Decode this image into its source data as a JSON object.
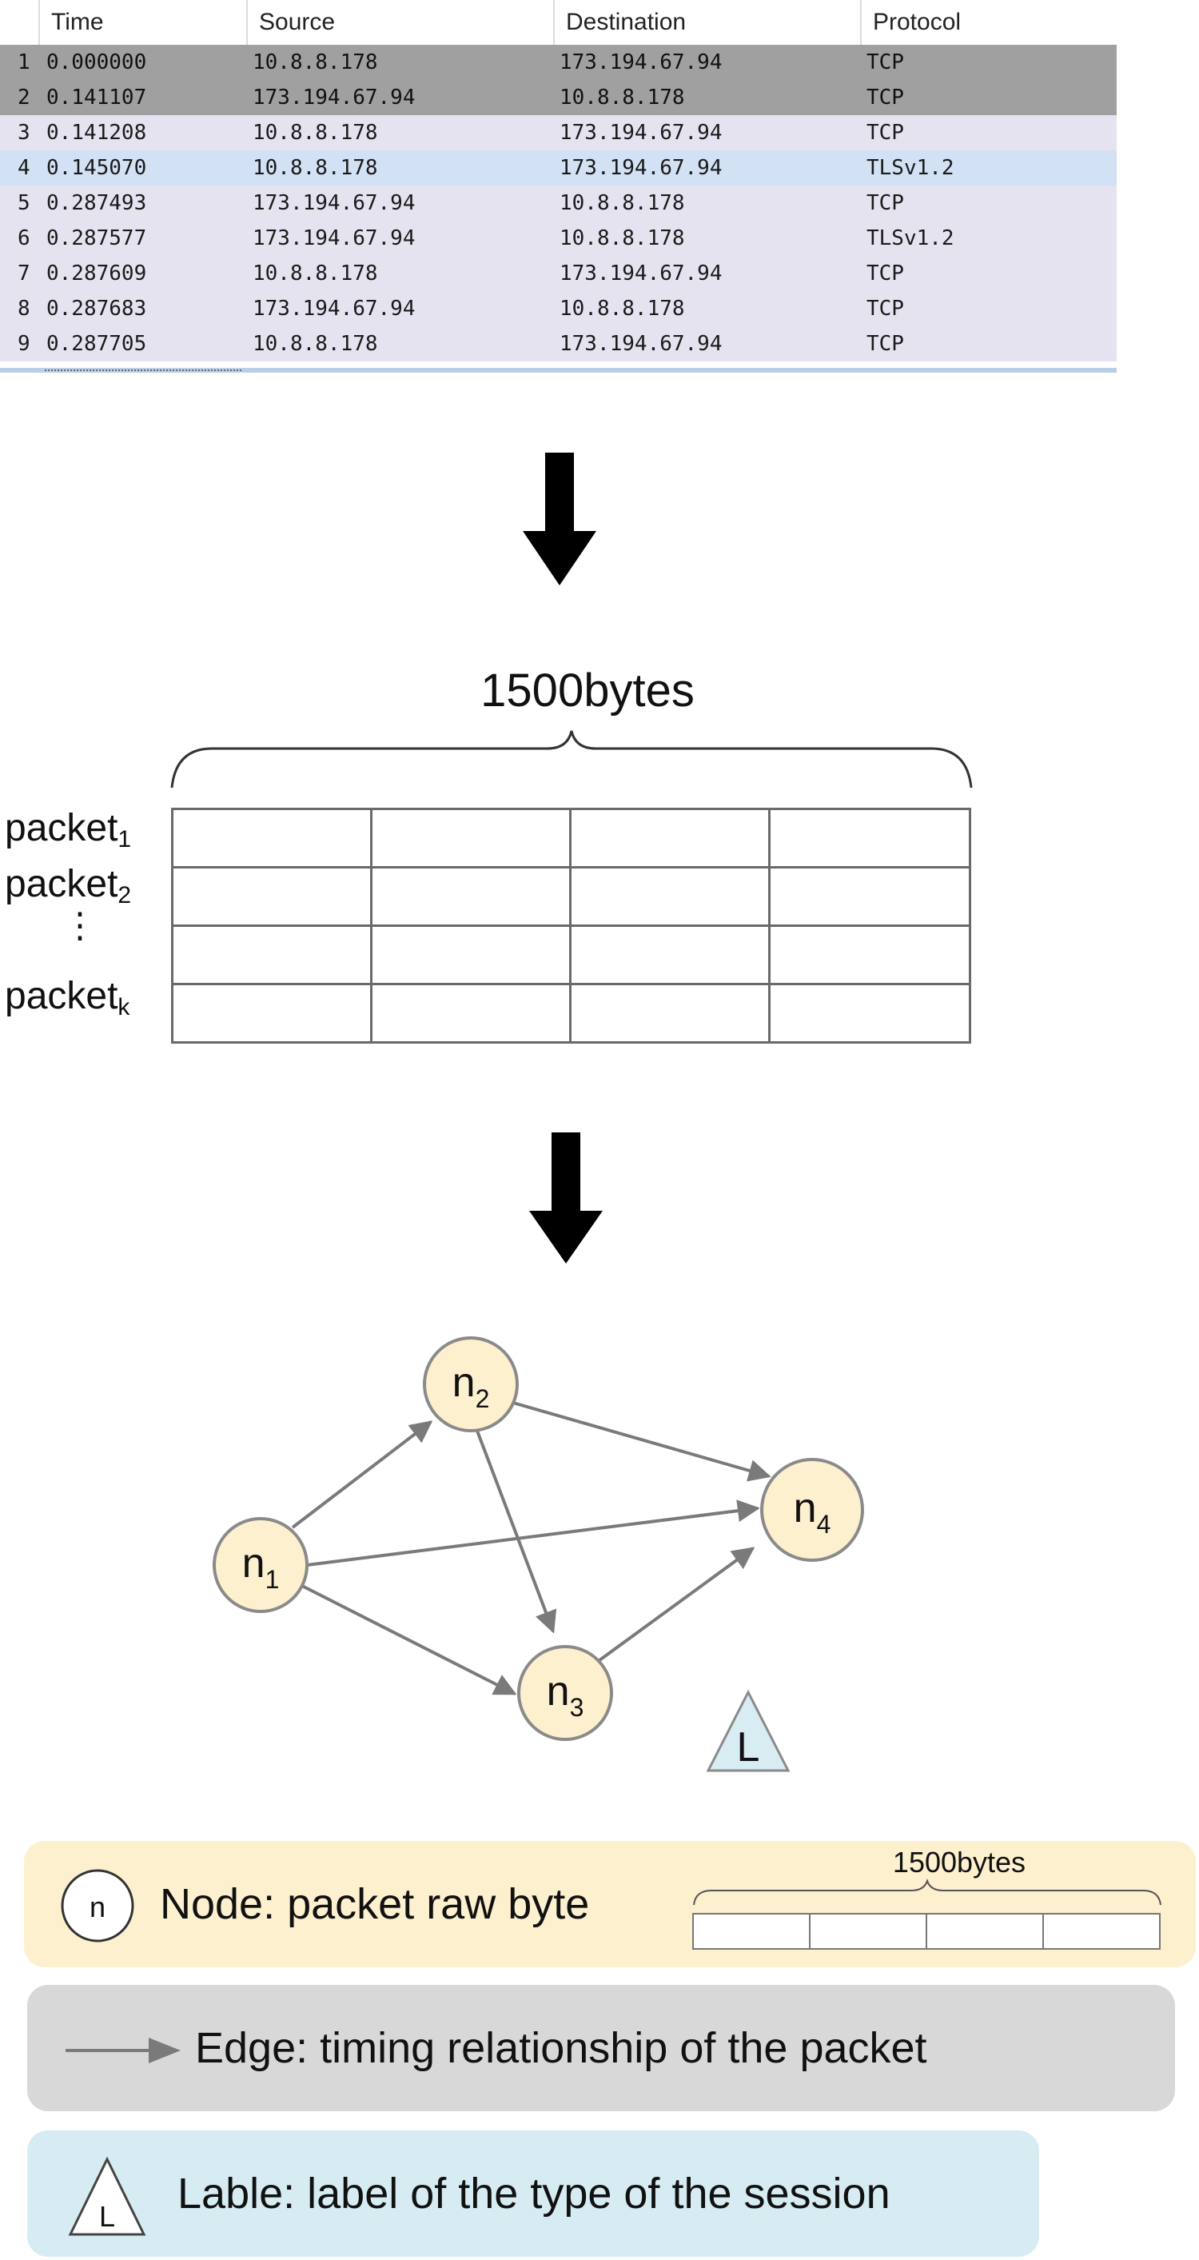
{
  "capture": {
    "headers": [
      "Time",
      "Source",
      "Destination",
      "Protocol"
    ],
    "rows": [
      {
        "no": "1",
        "time": "0.000000",
        "source": "10.8.8.178",
        "destination": "173.194.67.94",
        "protocol": "TCP"
      },
      {
        "no": "2",
        "time": "0.141107",
        "source": "173.194.67.94",
        "destination": "10.8.8.178",
        "protocol": "TCP"
      },
      {
        "no": "3",
        "time": "0.141208",
        "source": "10.8.8.178",
        "destination": "173.194.67.94",
        "protocol": "TCP"
      },
      {
        "no": "4",
        "time": "0.145070",
        "source": "10.8.8.178",
        "destination": "173.194.67.94",
        "protocol": "TLSv1.2"
      },
      {
        "no": "5",
        "time": "0.287493",
        "source": "173.194.67.94",
        "destination": "10.8.8.178",
        "protocol": "TCP"
      },
      {
        "no": "6",
        "time": "0.287577",
        "source": "173.194.67.94",
        "destination": "10.8.8.178",
        "protocol": "TLSv1.2"
      },
      {
        "no": "7",
        "time": "0.287609",
        "source": "10.8.8.178",
        "destination": "173.194.67.94",
        "protocol": "TCP"
      },
      {
        "no": "8",
        "time": "0.287683",
        "source": "173.194.67.94",
        "destination": "10.8.8.178",
        "protocol": "TCP"
      },
      {
        "no": "9",
        "time": "0.287705",
        "source": "10.8.8.178",
        "destination": "173.194.67.94",
        "protocol": "TCP"
      }
    ]
  },
  "matrix": {
    "title": "1500bytes",
    "rows": [
      {
        "label": "packet",
        "sub": "1"
      },
      {
        "label": "packet",
        "sub": "2"
      },
      {
        "label": "packet",
        "sub": "k"
      }
    ],
    "ellipsis": "⋮"
  },
  "graph": {
    "nodes": [
      {
        "label": "n",
        "sub": "1"
      },
      {
        "label": "n",
        "sub": "2"
      },
      {
        "label": "n",
        "sub": "3"
      },
      {
        "label": "n",
        "sub": "4"
      }
    ],
    "label_symbol": "L"
  },
  "legend": {
    "node": {
      "symbol": "n",
      "text": "Node: packet raw byte",
      "bytes_label": "1500bytes"
    },
    "edge": {
      "text": "Edge: timing relationship of the packet"
    },
    "label": {
      "symbol": "L",
      "text": "Lable: label of the type of the session"
    }
  },
  "colors": {
    "node_fill": "#fdf0cf",
    "node_stroke": "#8a8a8a",
    "edge": "#7a7a7a",
    "legend_node_bg": "#fdf0cf",
    "legend_edge_bg": "#d8d8d8",
    "legend_label_bg": "#d6ebf2",
    "label_triangle": "#d7ecf3",
    "tcp_row": "#e6e3f1",
    "tls_row": "#d2e2f4",
    "selected_row": "#a0a0a0"
  }
}
